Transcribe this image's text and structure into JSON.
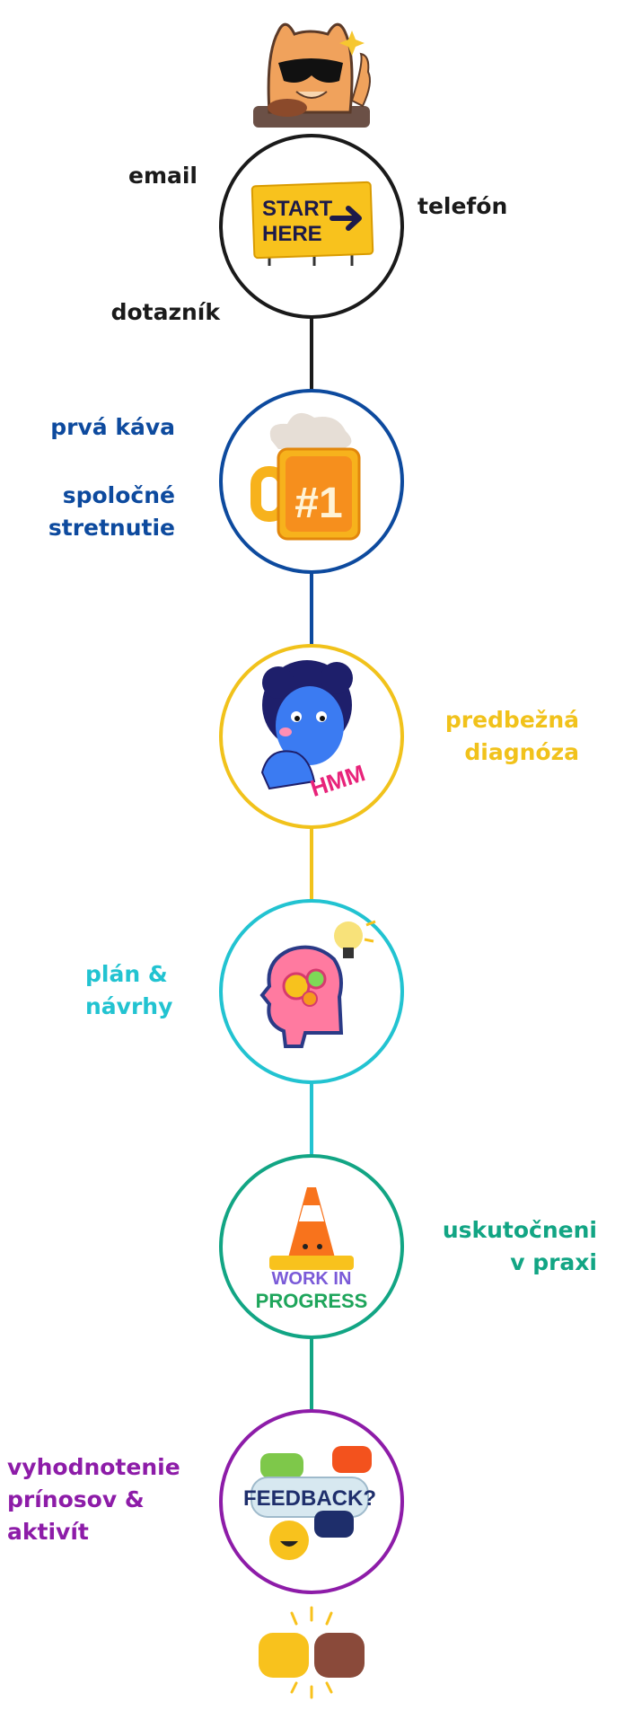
{
  "colors": {
    "start": "#1a1a1a",
    "coffee": "#0d4a9e",
    "diagnosis": "#f1c21b",
    "plan": "#22c3d1",
    "practice": "#12a584",
    "feedback": "#8d1ca8"
  },
  "top_sticker": "cool-cat-sticker",
  "bottom_sticker": "fist-bump-sticker",
  "steps": [
    {
      "id": "start",
      "sticker": "start-here-sign",
      "sign_text_1": "START",
      "sign_text_2": "HERE",
      "labels": [
        "email",
        "telefón",
        "dotazník"
      ]
    },
    {
      "id": "coffee",
      "sticker": "coffee-mug",
      "mug_text": "#1",
      "labels": [
        "prvá káva",
        "spoločné\nstretnutie"
      ]
    },
    {
      "id": "diagnosis",
      "sticker": "thinking-person",
      "hmm_text": "HMM",
      "labels": [
        "predbežná\ndiagnóza"
      ]
    },
    {
      "id": "plan",
      "sticker": "head-gears-lightbulb",
      "labels": [
        "plán &\nnávrhy"
      ]
    },
    {
      "id": "practice",
      "sticker": "traffic-cone",
      "wip_text_1": "WORK IN",
      "wip_text_2": "PROGRESS",
      "labels": [
        "uskutočneni\nv praxi"
      ]
    },
    {
      "id": "feedback",
      "sticker": "feedback-bubbles",
      "feedback_text": "FEEDBACK?",
      "labels": [
        "vyhodnotenie\nprínosov &\naktivít"
      ]
    }
  ]
}
